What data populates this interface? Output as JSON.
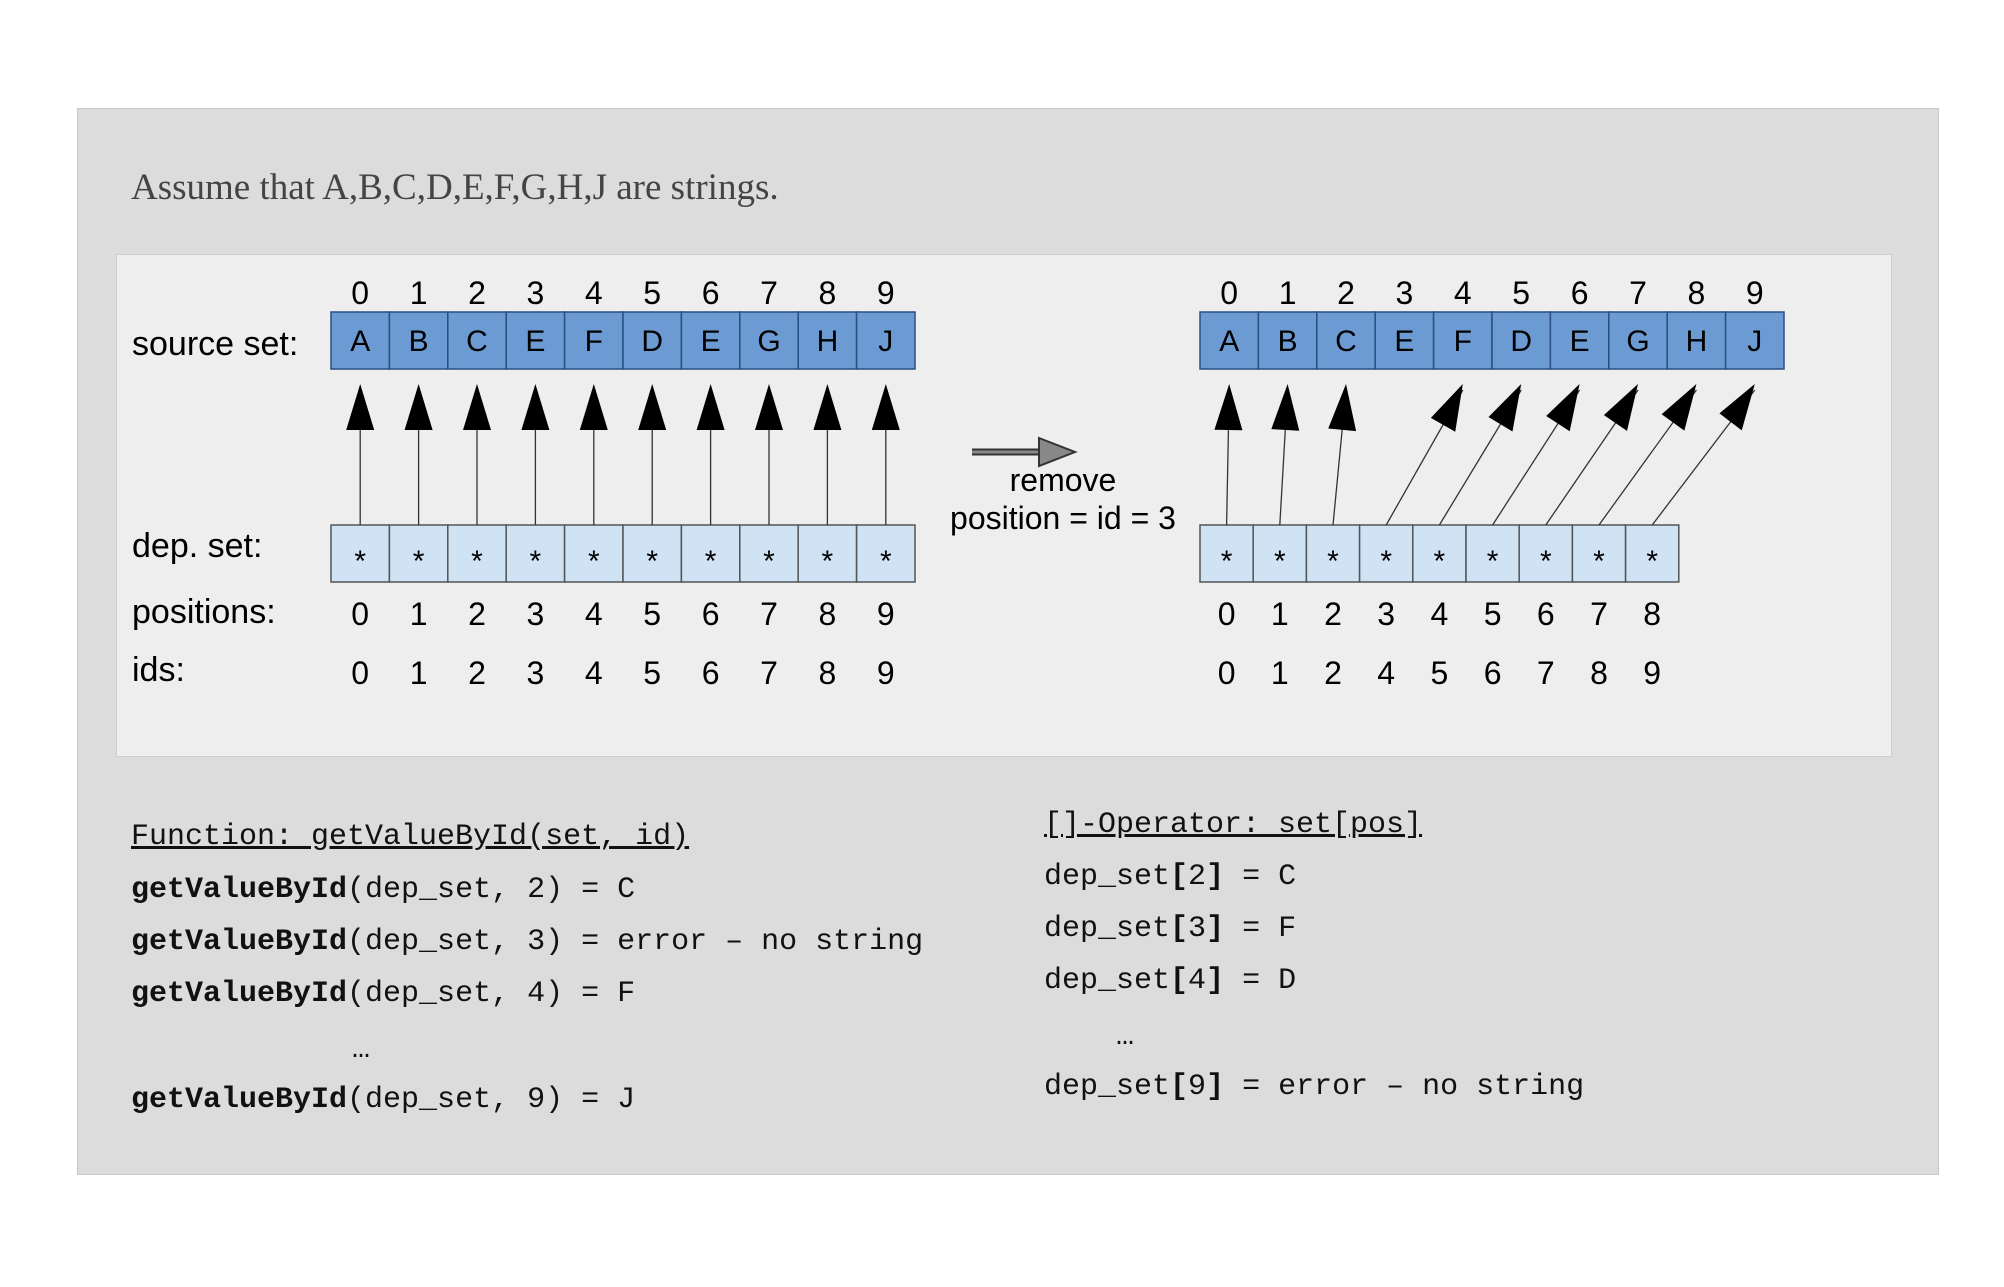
{
  "note": "Assume that A,B,C,D,E,F,G,H,J are strings.",
  "labels": {
    "source": "source set:",
    "dep": "dep. set:",
    "positions": "positions:",
    "ids": "ids:"
  },
  "left": {
    "indices": [
      "0",
      "1",
      "2",
      "3",
      "4",
      "5",
      "6",
      "7",
      "8",
      "9"
    ],
    "source": [
      "A",
      "B",
      "C",
      "E",
      "F",
      "D",
      "E",
      "G",
      "H",
      "J"
    ],
    "dep": [
      "*",
      "*",
      "*",
      "*",
      "*",
      "*",
      "*",
      "*",
      "*",
      "*"
    ],
    "positions": [
      "0",
      "1",
      "2",
      "3",
      "4",
      "5",
      "6",
      "7",
      "8",
      "9"
    ],
    "ids": [
      "0",
      "1",
      "2",
      "3",
      "4",
      "5",
      "6",
      "7",
      "8",
      "9"
    ]
  },
  "right": {
    "indices": [
      "0",
      "1",
      "2",
      "3",
      "4",
      "5",
      "6",
      "7",
      "8",
      "9"
    ],
    "source": [
      "A",
      "B",
      "C",
      "E",
      "F",
      "D",
      "E",
      "G",
      "H",
      "J"
    ],
    "dep": [
      "*",
      "*",
      "*",
      "*",
      "*",
      "*",
      "*",
      "*",
      "*"
    ],
    "positions": [
      "0",
      "1",
      "2",
      "3",
      "4",
      "5",
      "6",
      "7",
      "8"
    ],
    "ids": [
      "0",
      "1",
      "2",
      "4",
      "5",
      "6",
      "7",
      "8",
      "9"
    ],
    "changed_ids_from": 3
  },
  "operation": {
    "line1": "remove",
    "line2": "position = id = 3"
  },
  "colors": {
    "source_fill": "#6b9bd2",
    "dep_fill": "#cfe3f5",
    "changed_id": "#e8323a"
  },
  "func": {
    "header": "Function: getValueById(set, id)",
    "lines": [
      {
        "fn": "getValueById",
        "rest": "(dep_set, 2) = C"
      },
      {
        "fn": "getValueById",
        "rest": "(dep_set, 3) = error – no string"
      },
      {
        "fn": "getValueById",
        "rest": "(dep_set, 4) = F"
      },
      {
        "fn": "",
        "rest": "…"
      },
      {
        "fn": "getValueById",
        "rest": "(dep_set, 9) = J"
      }
    ]
  },
  "oper": {
    "header": "[]-Operator: set[pos]",
    "lines": [
      {
        "pre": "dep_set",
        "idx": "2",
        "rest": " = C"
      },
      {
        "pre": "dep_set",
        "idx": "3",
        "rest": " = F"
      },
      {
        "pre": "dep_set",
        "idx": "4",
        "rest": " = D"
      },
      {
        "pre": "",
        "idx": "",
        "rest": "…"
      },
      {
        "pre": "dep_set",
        "idx": "9",
        "rest": " = error – no string"
      }
    ]
  }
}
